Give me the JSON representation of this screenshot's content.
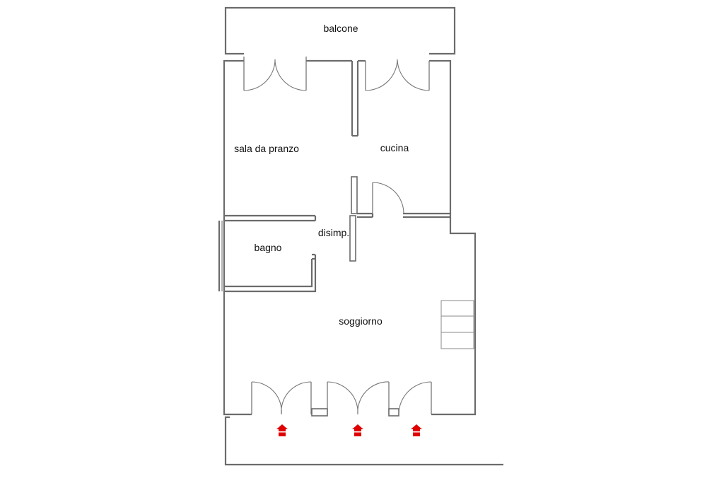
{
  "rooms": {
    "balcony_top": "balcone",
    "dining": "sala da pranzo",
    "kitchen": "cucina",
    "hall": "disimp.",
    "bathroom": "bagno",
    "living": "soggiorno"
  },
  "entrance_arrows": {
    "count": 3,
    "color": "#e00000"
  },
  "colors": {
    "wall": "#6b6b6b",
    "door": "#777777"
  }
}
